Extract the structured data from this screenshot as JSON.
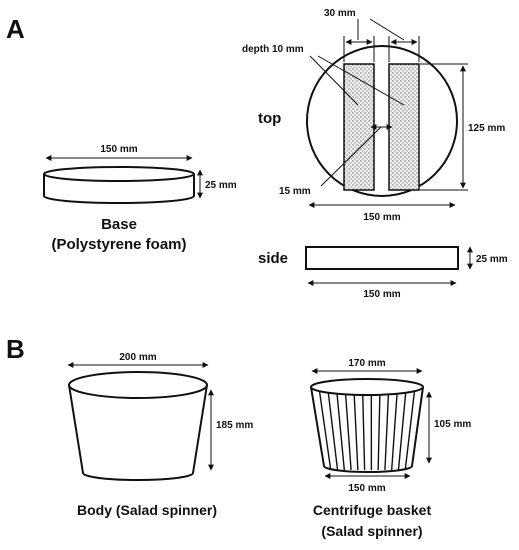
{
  "panels": {
    "a": "A",
    "b": "B"
  },
  "base": {
    "width_label": "150 mm",
    "height_label": "25 mm",
    "title": "Base",
    "subtitle": "(Polystyrene foam)"
  },
  "top_view": {
    "view_label": "top",
    "slot_width_label": "30 mm",
    "depth_label": "depth 10 mm",
    "height_label": "125 mm",
    "gap_label": "15 mm",
    "width_label": "150 mm"
  },
  "side_view": {
    "view_label": "side",
    "height_label": "25 mm",
    "width_label": "150 mm"
  },
  "body": {
    "width_label": "200 mm",
    "height_label": "185 mm",
    "caption": "Body (Salad spinner)"
  },
  "basket": {
    "top_label": "170 mm",
    "height_label": "105 mm",
    "bottom_label": "150 mm",
    "caption_line1": "Centrifuge basket",
    "caption_line2": "(Salad spinner)"
  }
}
